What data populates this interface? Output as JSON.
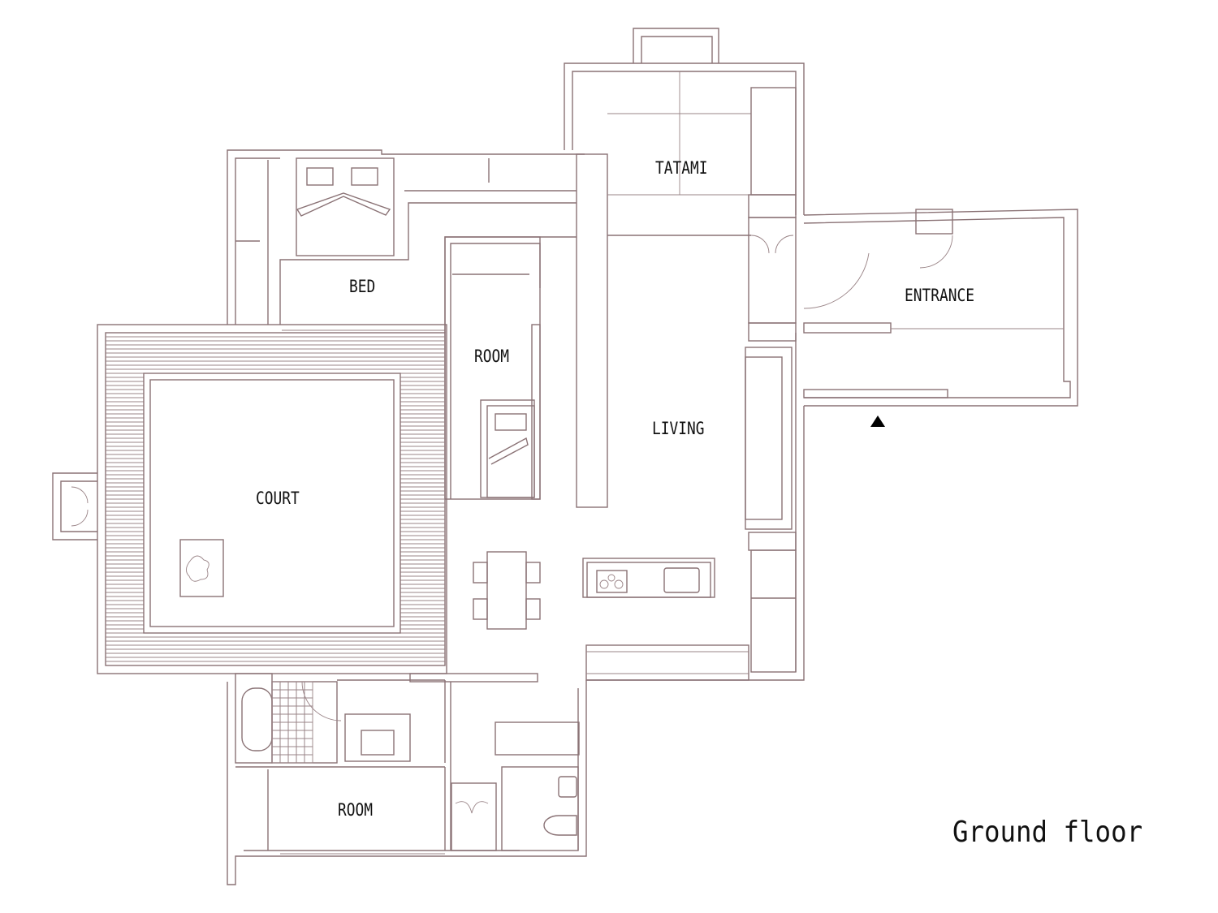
{
  "title": "Ground floor",
  "rooms": {
    "tatami": "TATAMI",
    "bed": "BED",
    "room_middle": "ROOM",
    "living": "LIVING",
    "entrance": "ENTRANCE",
    "court": "COURT",
    "room_bottom": "ROOM"
  },
  "colors": {
    "line": "#8a7275",
    "text": "#111111"
  },
  "icons": {
    "entrance_marker": "triangle-up-icon"
  }
}
